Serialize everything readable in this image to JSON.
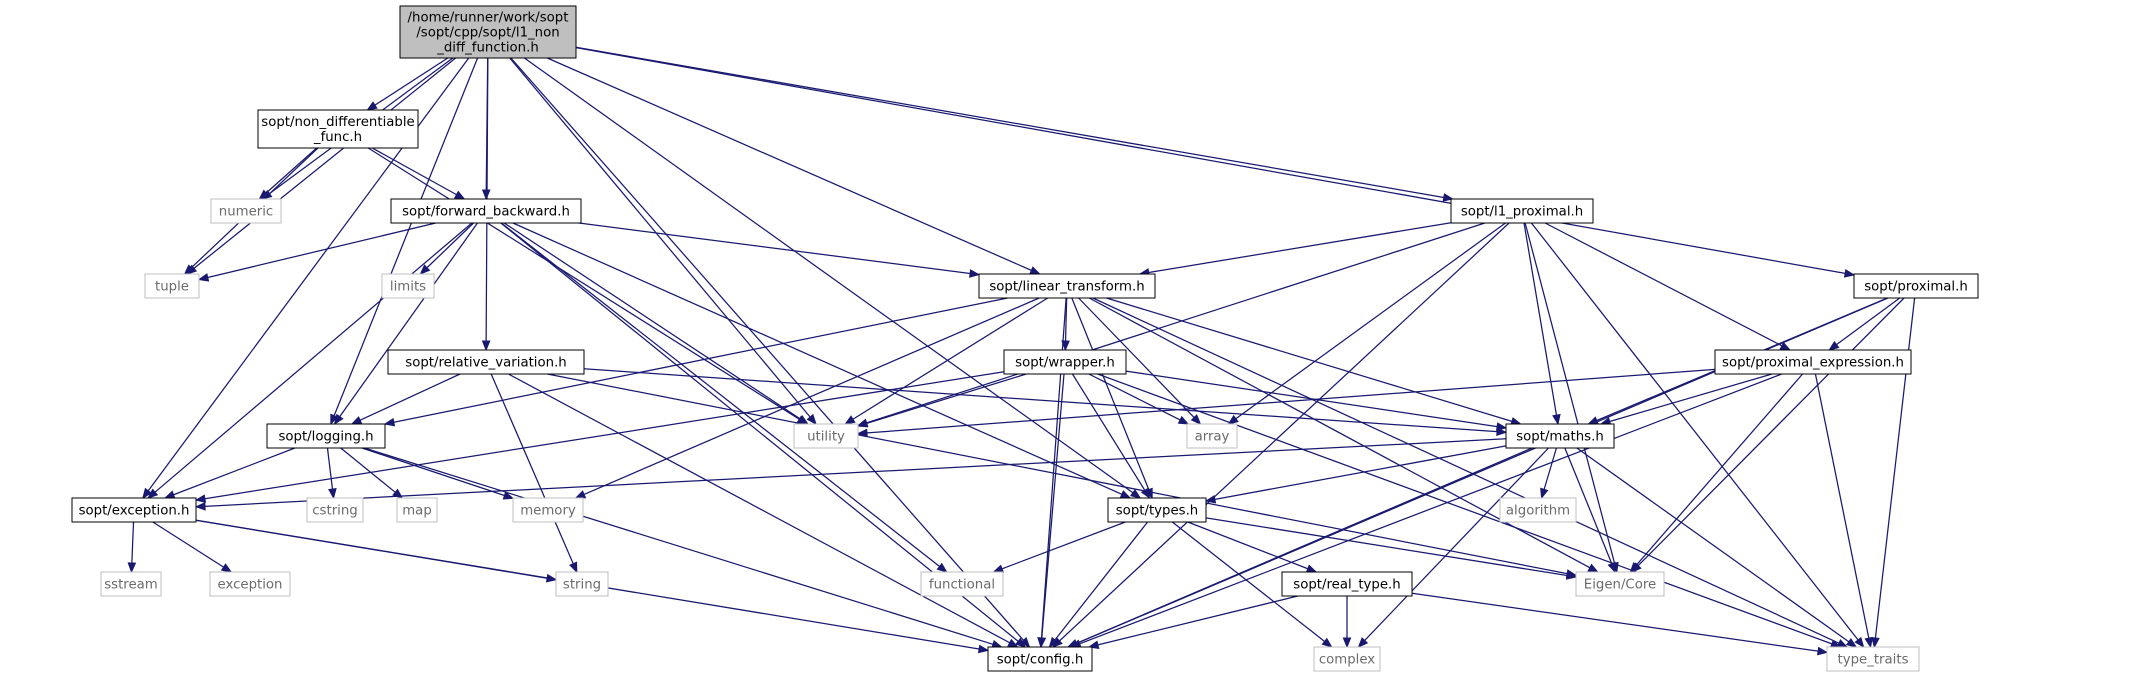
{
  "colors": {
    "edge": "#191970",
    "root_fill": "#bfbfbf",
    "node_border": "#000000",
    "external_border": "#bfbfbf",
    "external_text": "#6b6b6b"
  },
  "nodes": [
    {
      "id": "root",
      "kind": "root",
      "lines": [
        "/home/runner/work/sopt",
        "/sopt/cpp/sopt/l1_non",
        "_diff_function.h"
      ]
    },
    {
      "id": "non_diff",
      "kind": "header",
      "lines": [
        "sopt/non_differentiable",
        "_func.h"
      ]
    },
    {
      "id": "numeric",
      "kind": "external",
      "lines": [
        "numeric"
      ]
    },
    {
      "id": "fb",
      "kind": "header",
      "lines": [
        "sopt/forward_backward.h"
      ]
    },
    {
      "id": "tuple",
      "kind": "external",
      "lines": [
        "tuple"
      ]
    },
    {
      "id": "limits",
      "kind": "external",
      "lines": [
        "limits"
      ]
    },
    {
      "id": "l1prox",
      "kind": "header",
      "lines": [
        "sopt/l1_proximal.h"
      ]
    },
    {
      "id": "lintrans",
      "kind": "header",
      "lines": [
        "sopt/linear_transform.h"
      ]
    },
    {
      "id": "proximal",
      "kind": "header",
      "lines": [
        "sopt/proximal.h"
      ]
    },
    {
      "id": "wrapper",
      "kind": "header",
      "lines": [
        "sopt/wrapper.h"
      ]
    },
    {
      "id": "relvar",
      "kind": "header",
      "lines": [
        "sopt/relative_variation.h"
      ]
    },
    {
      "id": "proxexpr",
      "kind": "header",
      "lines": [
        "sopt/proximal_expression.h"
      ]
    },
    {
      "id": "logging",
      "kind": "header",
      "lines": [
        "sopt/logging.h"
      ]
    },
    {
      "id": "utility",
      "kind": "external",
      "lines": [
        "utility"
      ]
    },
    {
      "id": "array",
      "kind": "external",
      "lines": [
        "array"
      ]
    },
    {
      "id": "maths",
      "kind": "header",
      "lines": [
        "sopt/maths.h"
      ]
    },
    {
      "id": "exception",
      "kind": "header",
      "lines": [
        "sopt/exception.h"
      ]
    },
    {
      "id": "cstring",
      "kind": "external",
      "lines": [
        "cstring"
      ]
    },
    {
      "id": "map",
      "kind": "external",
      "lines": [
        "map"
      ]
    },
    {
      "id": "memory",
      "kind": "external",
      "lines": [
        "memory"
      ]
    },
    {
      "id": "types",
      "kind": "header",
      "lines": [
        "sopt/types.h"
      ]
    },
    {
      "id": "algorithm",
      "kind": "external",
      "lines": [
        "algorithm"
      ]
    },
    {
      "id": "sstream",
      "kind": "external",
      "lines": [
        "sstream"
      ]
    },
    {
      "id": "exceptionstd",
      "kind": "external",
      "lines": [
        "exception"
      ]
    },
    {
      "id": "string",
      "kind": "external",
      "lines": [
        "string"
      ]
    },
    {
      "id": "functional",
      "kind": "external",
      "lines": [
        "functional"
      ]
    },
    {
      "id": "realtype",
      "kind": "header",
      "lines": [
        "sopt/real_type.h"
      ]
    },
    {
      "id": "eigencore",
      "kind": "external",
      "lines": [
        "Eigen/Core"
      ]
    },
    {
      "id": "config",
      "kind": "header",
      "lines": [
        "sopt/config.h"
      ]
    },
    {
      "id": "complex",
      "kind": "external",
      "lines": [
        "complex"
      ]
    },
    {
      "id": "typetraits",
      "kind": "external",
      "lines": [
        "type_traits"
      ]
    }
  ],
  "edges": [
    [
      "root",
      "non_diff"
    ],
    [
      "root",
      "numeric"
    ],
    [
      "root",
      "fb"
    ],
    [
      "root",
      "tuple"
    ],
    [
      "root",
      "utility"
    ],
    [
      "root",
      "l1prox"
    ],
    [
      "root",
      "lintrans"
    ],
    [
      "root",
      "proximal"
    ],
    [
      "root",
      "relvar"
    ],
    [
      "root",
      "logging"
    ],
    [
      "root",
      "exception"
    ],
    [
      "root",
      "types"
    ],
    [
      "root",
      "config"
    ],
    [
      "non_diff",
      "numeric"
    ],
    [
      "non_diff",
      "fb"
    ],
    [
      "non_diff",
      "tuple"
    ],
    [
      "non_diff",
      "utility"
    ],
    [
      "fb",
      "tuple"
    ],
    [
      "fb",
      "limits"
    ],
    [
      "fb",
      "lintrans"
    ],
    [
      "fb",
      "logging"
    ],
    [
      "fb",
      "exception"
    ],
    [
      "fb",
      "utility"
    ],
    [
      "fb",
      "types"
    ],
    [
      "fb",
      "config"
    ],
    [
      "fb",
      "functional"
    ],
    [
      "l1prox",
      "lintrans"
    ],
    [
      "l1prox",
      "utility"
    ],
    [
      "l1prox",
      "array"
    ],
    [
      "l1prox",
      "maths"
    ],
    [
      "l1prox",
      "proxexpr"
    ],
    [
      "l1prox",
      "config"
    ],
    [
      "l1prox",
      "eigencore"
    ],
    [
      "l1prox",
      "typetraits"
    ],
    [
      "lintrans",
      "wrapper"
    ],
    [
      "lintrans",
      "utility"
    ],
    [
      "lintrans",
      "array"
    ],
    [
      "lintrans",
      "maths"
    ],
    [
      "lintrans",
      "memory"
    ],
    [
      "lintrans",
      "types"
    ],
    [
      "lintrans",
      "config"
    ],
    [
      "lintrans",
      "eigencore"
    ],
    [
      "lintrans",
      "typetraits"
    ],
    [
      "lintrans",
      "logging"
    ],
    [
      "proximal",
      "proxexpr"
    ],
    [
      "proximal",
      "maths"
    ],
    [
      "proximal",
      "eigencore"
    ],
    [
      "proximal",
      "config"
    ],
    [
      "proximal",
      "typetraits"
    ],
    [
      "wrapper",
      "utility"
    ],
    [
      "wrapper",
      "array"
    ],
    [
      "wrapper",
      "maths"
    ],
    [
      "wrapper",
      "exception"
    ],
    [
      "wrapper",
      "types"
    ],
    [
      "wrapper",
      "config"
    ],
    [
      "wrapper",
      "typetraits"
    ],
    [
      "relvar",
      "logging"
    ],
    [
      "relvar",
      "maths"
    ],
    [
      "relvar",
      "string"
    ],
    [
      "relvar",
      "config"
    ],
    [
      "relvar",
      "eigencore"
    ],
    [
      "proxexpr",
      "utility"
    ],
    [
      "proxexpr",
      "maths"
    ],
    [
      "proxexpr",
      "eigencore"
    ],
    [
      "proxexpr",
      "config"
    ],
    [
      "proxexpr",
      "typetraits"
    ],
    [
      "logging",
      "exception"
    ],
    [
      "logging",
      "cstring"
    ],
    [
      "logging",
      "map"
    ],
    [
      "logging",
      "memory"
    ],
    [
      "logging",
      "config"
    ],
    [
      "maths",
      "exception"
    ],
    [
      "maths",
      "types"
    ],
    [
      "maths",
      "algorithm"
    ],
    [
      "maths",
      "eigencore"
    ],
    [
      "maths",
      "config"
    ],
    [
      "maths",
      "complex"
    ],
    [
      "maths",
      "typetraits"
    ],
    [
      "exception",
      "sstream"
    ],
    [
      "exception",
      "exceptionstd"
    ],
    [
      "exception",
      "string"
    ],
    [
      "exception",
      "config"
    ],
    [
      "types",
      "functional"
    ],
    [
      "types",
      "realtype"
    ],
    [
      "types",
      "eigencore"
    ],
    [
      "types",
      "config"
    ],
    [
      "types",
      "complex"
    ],
    [
      "realtype",
      "config"
    ],
    [
      "realtype",
      "complex"
    ],
    [
      "realtype",
      "typetraits"
    ]
  ]
}
